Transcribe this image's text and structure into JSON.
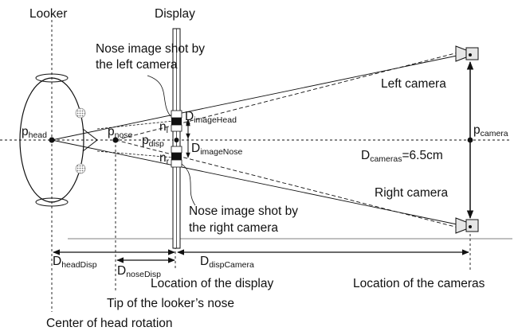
{
  "labels": {
    "looker": "Looker",
    "display": "Display",
    "nose_left_1": "Nose image shot by",
    "nose_left_2": "the left camera",
    "left_camera": "Left camera",
    "right_camera": "Right camera",
    "nose_right_1": "Nose image shot by",
    "nose_right_2": "the right camera",
    "loc_display": "Location of the display",
    "loc_cameras": "Location of the cameras",
    "tip_nose": "Tip of the looker’s nose",
    "center_head": "Center of head rotation",
    "n_top": "n",
    "n_top_sub": "l",
    "n_bottom": "n",
    "n_bottom_sub": "r"
  },
  "variables": {
    "p_head": {
      "base": "p",
      "sub": "head"
    },
    "p_nose": {
      "base": "p",
      "sub": "nose"
    },
    "p_disp": {
      "base": "p",
      "sub": "disp"
    },
    "p_camera": {
      "base": "p",
      "sub": "camera"
    },
    "d_image_head": {
      "base": "D",
      "sub": "imageHead"
    },
    "d_image_nose": {
      "base": "D",
      "sub": "imageNose"
    },
    "d_cameras": {
      "base": "D",
      "sub": "cameras",
      "suffix": "=6.5cm"
    },
    "d_head_disp": {
      "base": "D",
      "sub": "headDisp"
    },
    "d_nose_disp": {
      "base": "D",
      "sub": "noseDisp"
    },
    "d_disp_camera": {
      "base": "D",
      "sub": "dispCamera"
    }
  }
}
